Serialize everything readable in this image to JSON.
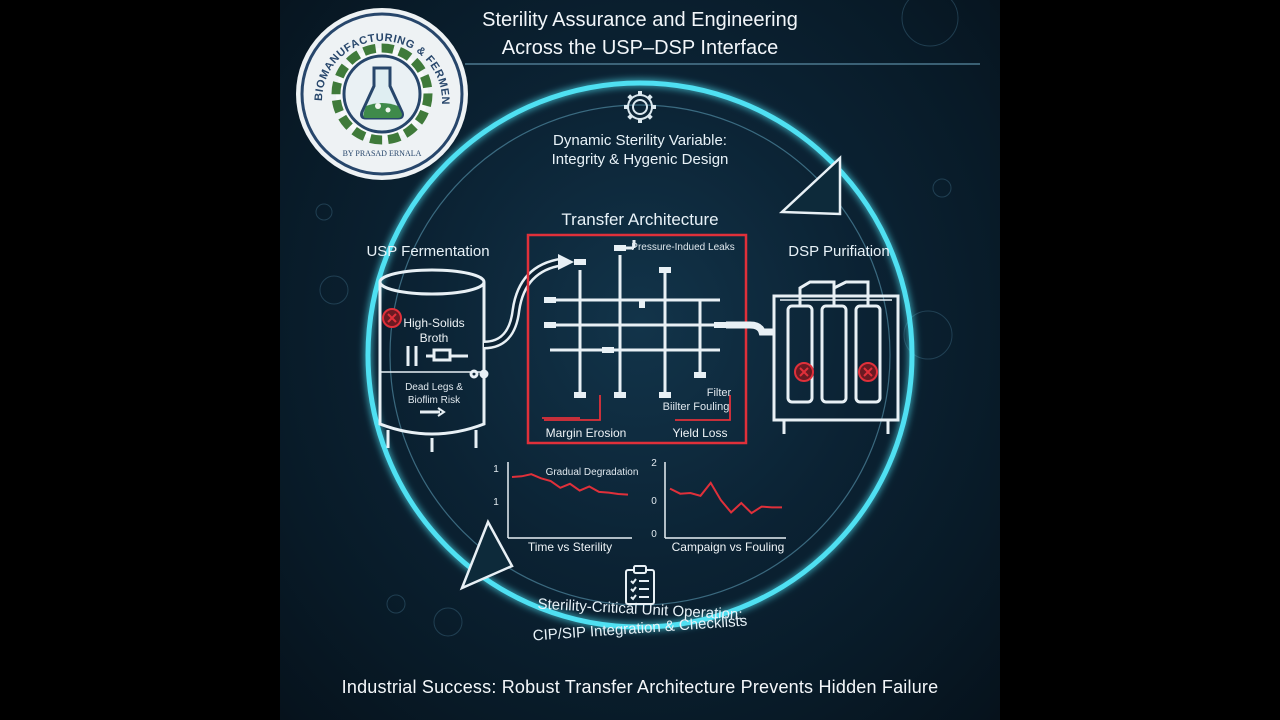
{
  "title_line1": "Sterility Assurance and Engineering",
  "title_line2": "Across the USP–DSP Interface",
  "logo": {
    "ring_text": "BIOMANUFACTURING & FERMENTATION TECHNOLOGY",
    "author": "BY PRASAD ERNALA"
  },
  "top_label_line1": "Dynamic Sterility Variable:",
  "top_label_line2": "Integrity & Hygenic Design",
  "transfer_title": "Transfer Architecture",
  "usp": {
    "title": "USP Fermentation",
    "broth_line1": "High-Solids",
    "broth_line2": "Broth",
    "deadlegs_line1": "Dead Legs &",
    "deadlegs_line2": "Bioflim Risk"
  },
  "dsp": {
    "title": "DSP Purifiation"
  },
  "transfer": {
    "leaks": "Pressure-Indued Leaks",
    "filter": "Filter",
    "fouling": "Biilter Fouling",
    "margin": "Margin Erosion",
    "yield": "Yield Loss"
  },
  "chart_data": [
    {
      "type": "line",
      "annotation": "Gradual Degradation",
      "xlabel": "Time vs Sterility",
      "yticks": [
        "1",
        "1"
      ],
      "series": [
        {
          "values": [
            0.78,
            0.79,
            0.82,
            0.76,
            0.72,
            0.62,
            0.68,
            0.58,
            0.64,
            0.56,
            0.55,
            0.53,
            0.52
          ]
        }
      ],
      "ylim": [
        0,
        1
      ],
      "color": "#e0303a"
    },
    {
      "type": "line",
      "xlabel": "Campaign vs Fouling",
      "yticks": [
        "2",
        "0",
        "0"
      ],
      "series": [
        {
          "values": [
            0.63,
            0.56,
            0.57,
            0.53,
            0.71,
            0.47,
            0.3,
            0.43,
            0.29,
            0.38,
            0.37,
            0.37
          ]
        }
      ],
      "ylim": [
        0,
        1
      ],
      "color": "#e0303a"
    }
  ],
  "bottom_label_line1": "Sterility-Critical Unit Operation:",
  "bottom_label_line2": "CIP/SIP Integration & Checklists",
  "footer": "Industrial Success: Robust Transfer Architecture Prevents Hidden Failure",
  "colors": {
    "ring": "#4fe0f2",
    "alert": "#e0303a",
    "line": "#e8f0f5"
  },
  "icons": [
    "gear-icon",
    "clipboard-checklist-icon",
    "fail-x-icon"
  ]
}
